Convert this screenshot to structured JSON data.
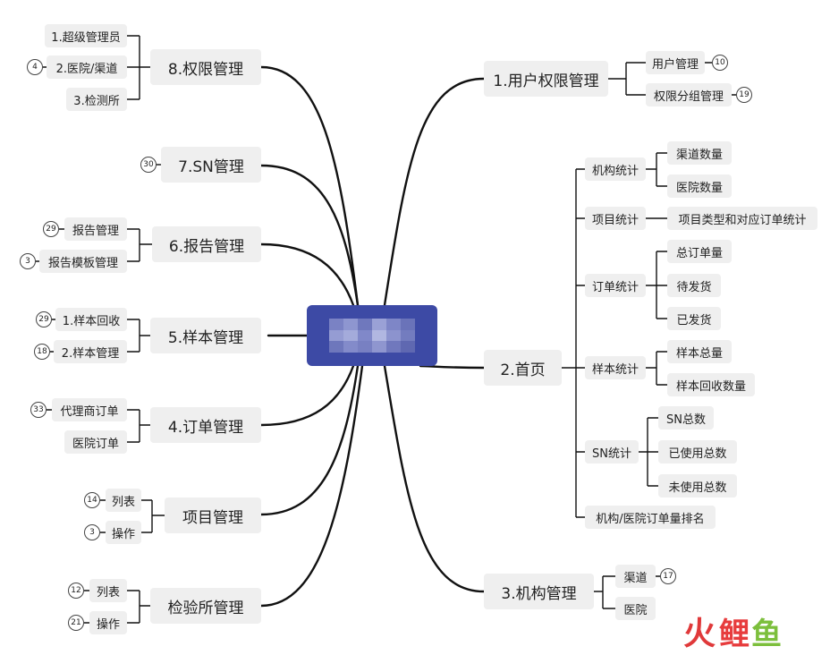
{
  "center": {
    "label": ""
  },
  "branches": {
    "b1": {
      "label": "1.用户权限管理",
      "children": [
        "用户管理",
        "权限分组管理"
      ],
      "badges": [
        "10",
        "19"
      ]
    },
    "b2": {
      "label": "2.首页",
      "groups": [
        {
          "label": "机构统计",
          "children": [
            "渠道数量",
            "医院数量"
          ]
        },
        {
          "label": "项目统计",
          "children": [
            "项目类型和对应订单统计"
          ]
        },
        {
          "label": "订单统计",
          "children": [
            "总订单量",
            "待发货",
            "已发货"
          ]
        },
        {
          "label": "样本统计",
          "children": [
            "样本总量",
            "样本回收数量"
          ]
        },
        {
          "label": "SN统计",
          "children": [
            "SN总数",
            "已使用总数",
            "未使用总数"
          ]
        },
        {
          "label": "机构/医院订单量排名",
          "children": []
        }
      ]
    },
    "b3": {
      "label": "3.机构管理",
      "children": [
        "渠道",
        "医院"
      ],
      "badges": [
        "17"
      ]
    },
    "b8": {
      "label": "8.权限管理",
      "children": [
        "1.超级管理员",
        "2.医院/渠道",
        "3.检测所"
      ],
      "badges": [
        "4"
      ]
    },
    "b7": {
      "label": "7.SN管理",
      "badges": [
        "30"
      ]
    },
    "b6": {
      "label": "6.报告管理",
      "children": [
        "报告管理",
        "报告模板管理"
      ],
      "badges": [
        "29",
        "3"
      ]
    },
    "b5": {
      "label": "5.样本管理",
      "children": [
        "1.样本回收",
        "2.样本管理"
      ],
      "badges": [
        "29",
        "18"
      ]
    },
    "b4": {
      "label": "4.订单管理",
      "children": [
        "代理商订单",
        "医院订单"
      ],
      "badges": [
        "33"
      ]
    },
    "bp": {
      "label": "项目管理",
      "children": [
        "列表",
        "操作"
      ],
      "badges": [
        "14",
        "3"
      ]
    },
    "bl": {
      "label": "检验所管理",
      "children": [
        "列表",
        "操作"
      ],
      "badges": [
        "12",
        "21"
      ]
    }
  },
  "watermark": {
    "part1": "火",
    "part2": "鲤",
    "part3": "鱼"
  },
  "colors": {
    "center": "#3d4aa5",
    "node": "#efefef",
    "line": "#111111",
    "brand_red": "#e0393a",
    "brand_green": "#7cbf3c"
  }
}
